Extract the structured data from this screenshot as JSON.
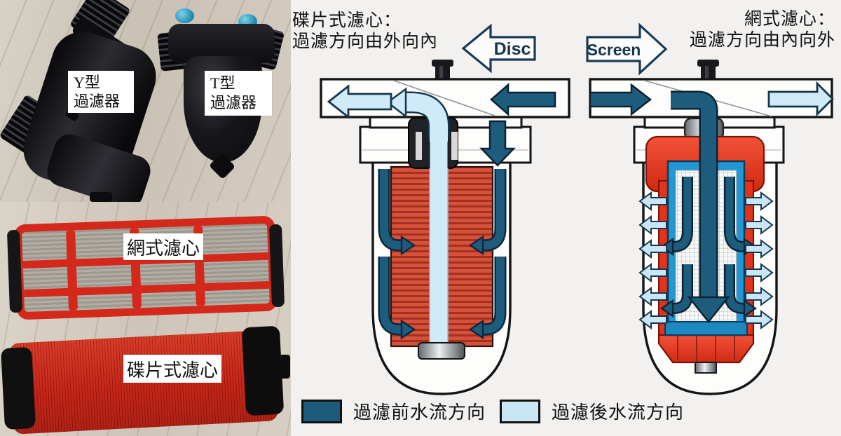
{
  "photos": {
    "y_filter": {
      "line1": "Y型",
      "line2": "過濾器"
    },
    "t_filter": {
      "line1": "T型",
      "line2": "過濾器"
    },
    "screen_core_label": "網式濾心",
    "disc_core_label": "碟片式濾心"
  },
  "diagram": {
    "disc": {
      "heading_line1": "碟片式濾心：",
      "heading_line2": "過濾方向由外向內",
      "arrow_label": "Disc"
    },
    "screen": {
      "heading_line1": "網式濾心：",
      "heading_line2": "過濾方向由內向外",
      "arrow_label": "Screen"
    },
    "legend": {
      "before": {
        "label": "過濾前水流方向",
        "color": "#1d5b7d"
      },
      "after": {
        "label": "過濾後水流方向",
        "color": "#c9e6f6"
      }
    },
    "colors": {
      "unfiltered_flow": "#1d5b7d",
      "filtered_flow": "#c9e6f6",
      "disc_cartridge_red": "#d8503a",
      "screen_shell_red": "#e2341c",
      "screen_frame_blue": "#2397d2",
      "outline_black": "#141414"
    }
  }
}
